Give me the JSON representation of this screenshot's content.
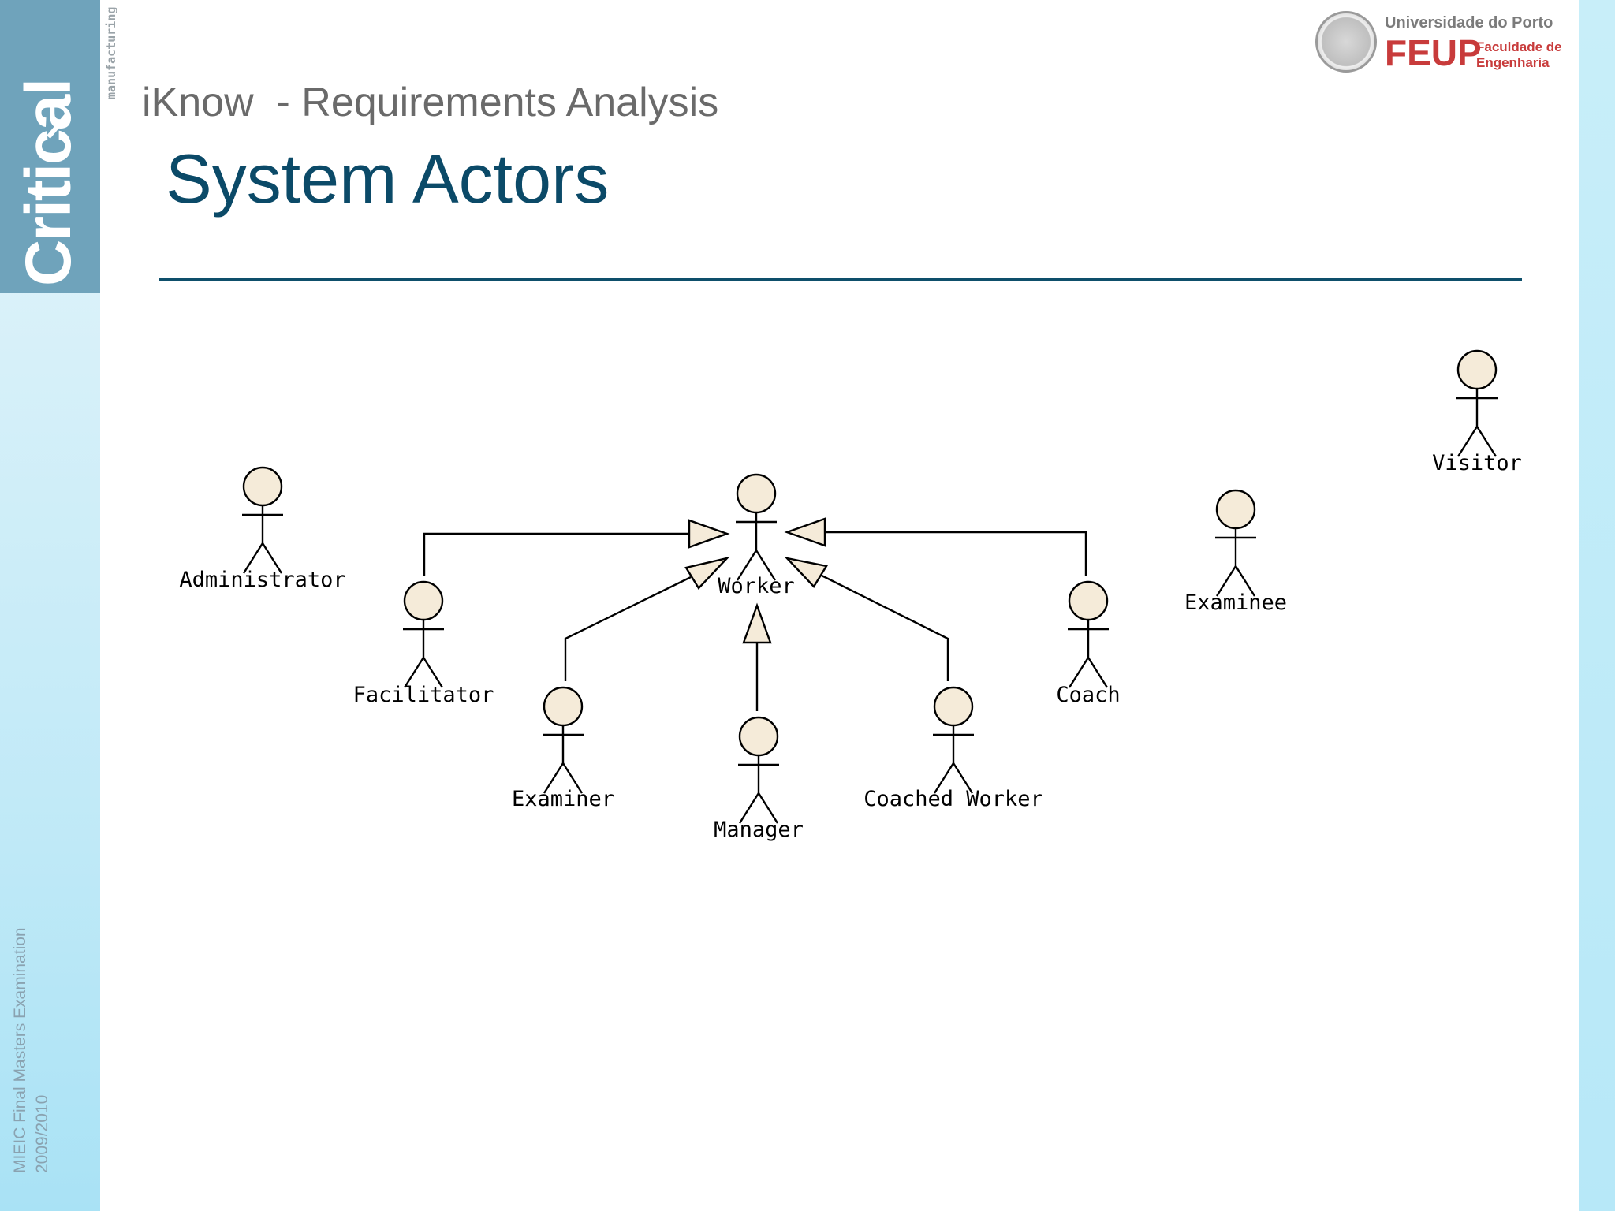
{
  "sidebar": {
    "logo_text": "Critical",
    "logo_subtext": "manufacturing",
    "caption_line1": "MIEIC Final Masters Examination",
    "caption_line2": "2009/2010"
  },
  "university": {
    "name": "Universidade do Porto",
    "acronym": "FEUP",
    "faculty_line1": "Faculdade de",
    "faculty_line2": "Engenharia"
  },
  "header": {
    "subtitle": "iKnow  - Requirements Analysis",
    "title": "System Actors"
  },
  "diagram": {
    "actors": [
      {
        "id": "administrator",
        "label": "Administrator"
      },
      {
        "id": "worker",
        "label": "Worker"
      },
      {
        "id": "facilitator",
        "label": "Facilitator"
      },
      {
        "id": "examiner",
        "label": "Examiner"
      },
      {
        "id": "manager",
        "label": "Manager"
      },
      {
        "id": "coached-worker",
        "label": "Coached Worker"
      },
      {
        "id": "coach",
        "label": "Coach"
      },
      {
        "id": "examinee",
        "label": "Examinee"
      },
      {
        "id": "visitor",
        "label": "Visitor"
      }
    ],
    "generalizations": [
      {
        "from": "facilitator",
        "to": "worker"
      },
      {
        "from": "examiner",
        "to": "worker"
      },
      {
        "from": "manager",
        "to": "worker"
      },
      {
        "from": "coached-worker",
        "to": "worker"
      },
      {
        "from": "coach",
        "to": "worker"
      }
    ],
    "colors": {
      "actor_fill": "#f5ebd9",
      "line": "#000000"
    }
  }
}
